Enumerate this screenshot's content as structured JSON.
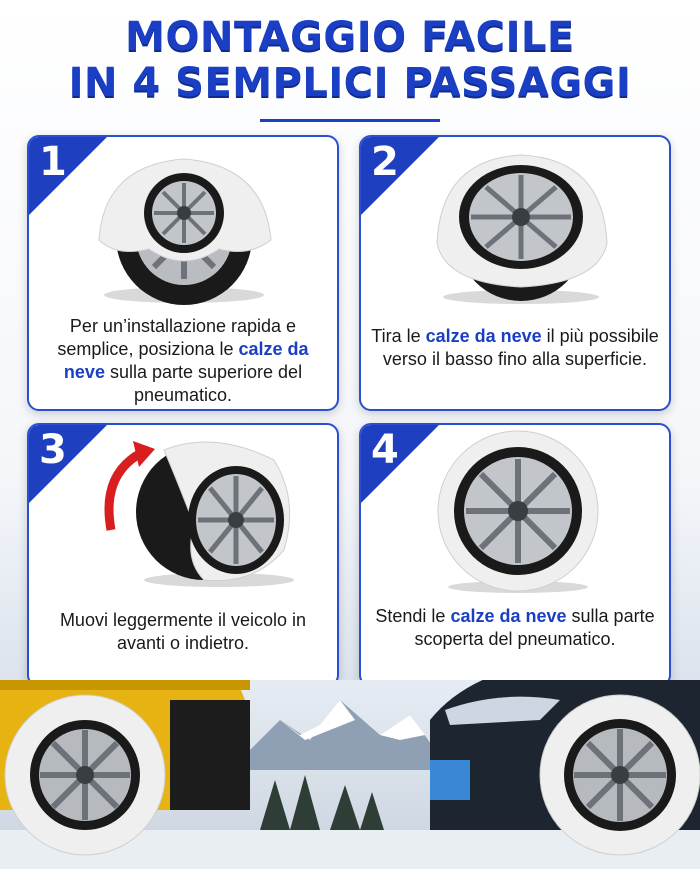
{
  "header": {
    "line1": "MONTAGGIO FACILE",
    "line2": "IN 4 SEMPLICI PASSAGGI"
  },
  "steps": [
    {
      "number": "1",
      "text_a": "Per un’installazione rapida e semplice, posiziona le ",
      "highlight": "calze da neve",
      "text_b": " sulla parte superiore del pneumatico."
    },
    {
      "number": "2",
      "text_a": "Tira le ",
      "highlight": "calze da neve",
      "text_b": " il più possibile verso il basso fino alla superficie."
    },
    {
      "number": "3",
      "text_a": "Muovi leggermente il veicolo in avanti o indietro.",
      "highlight": "",
      "text_b": ""
    },
    {
      "number": "4",
      "text_a": "Stendi le ",
      "highlight": "calze da neve",
      "text_b": " sulla parte scoperta del pneumatico."
    }
  ],
  "colors": {
    "brand_blue": "#1b3fc4",
    "arrow_red": "#d81e1e",
    "sock_white": "#f2f2f2"
  },
  "icons": [
    "wheel-with-sock",
    "curved-arrow-icon",
    "snowy-mountains",
    "yellow-suv",
    "dark-sedan"
  ]
}
